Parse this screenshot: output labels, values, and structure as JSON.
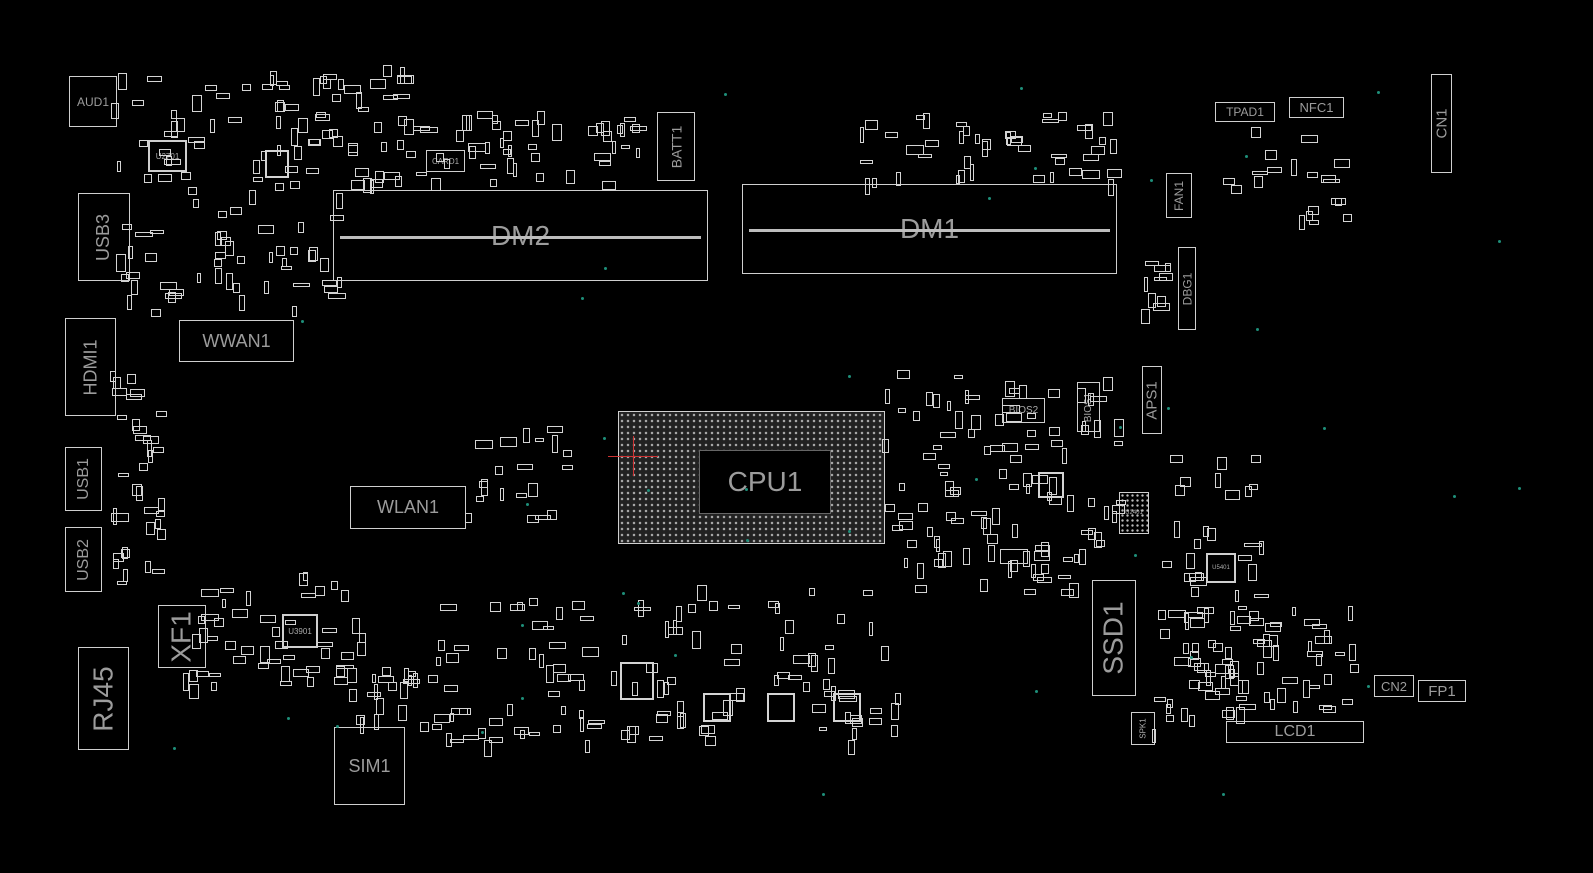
{
  "board": {
    "title": "Boardview",
    "outline_color": "#cfcfcf",
    "label_color": "#9c9c9c",
    "testpoint_color": "#1e8f7a"
  },
  "components": {
    "AUD1": "AUD1",
    "USB3": "USB3",
    "HDMI1": "HDMI1",
    "USB1": "USB1",
    "USB2": "USB2",
    "RJ45": "RJ45",
    "WWAN1": "WWAN1",
    "DM2": "DM2",
    "DM1": "DM1",
    "BATT1": "BATT1",
    "CARD1": "CARD1",
    "U2701": "U2701",
    "CPU1": "CPU1",
    "WLAN1": "WLAN1",
    "XF1": "XF1",
    "U3901": "U3901",
    "SIM1": "SIM1",
    "BIOS2": "BIOS2",
    "BIOS1": "BIOS1",
    "APS1": "APS1",
    "U2401": "U2401",
    "U5401": "U5401",
    "SSD1": "SSD1",
    "SPK1": "SPK1",
    "LCD1": "LCD1",
    "CN2": "CN2",
    "FP1": "FP1",
    "TPAD1": "TPAD1",
    "NFC1": "NFC1",
    "CN1": "CN1",
    "FAN1": "FAN1",
    "DBG1": "DBG1"
  }
}
